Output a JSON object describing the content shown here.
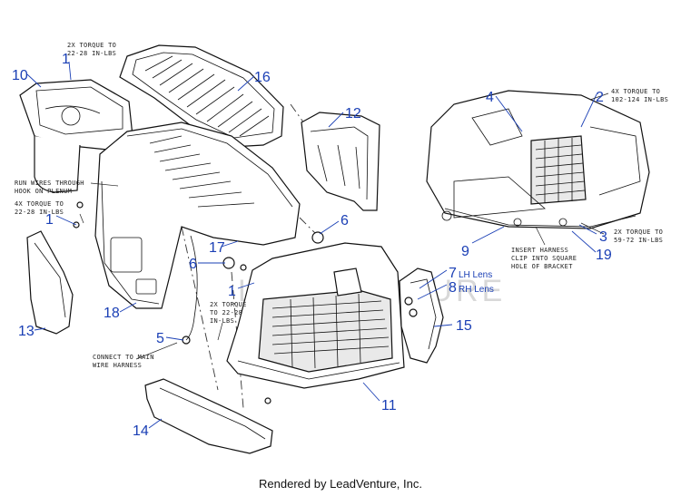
{
  "callouts": [
    {
      "id": "c1a",
      "text": "1"
    },
    {
      "id": "c1b",
      "text": "1"
    },
    {
      "id": "c1c",
      "text": "1"
    },
    {
      "id": "c2",
      "text": "2"
    },
    {
      "id": "c3",
      "text": "3"
    },
    {
      "id": "c4",
      "text": "4"
    },
    {
      "id": "c5",
      "text": "5"
    },
    {
      "id": "c6a",
      "text": "6"
    },
    {
      "id": "c6b",
      "text": "6"
    },
    {
      "id": "c7",
      "text": "7"
    },
    {
      "id": "c8",
      "text": "8"
    },
    {
      "id": "c9",
      "text": "9"
    },
    {
      "id": "c10",
      "text": "10"
    },
    {
      "id": "c11",
      "text": "11"
    },
    {
      "id": "c12",
      "text": "12"
    },
    {
      "id": "c13",
      "text": "13"
    },
    {
      "id": "c14",
      "text": "14"
    },
    {
      "id": "c15",
      "text": "15"
    },
    {
      "id": "c16",
      "text": "16"
    },
    {
      "id": "c17",
      "text": "17"
    },
    {
      "id": "c18",
      "text": "18"
    },
    {
      "id": "c19",
      "text": "19"
    }
  ],
  "lens_labels": {
    "lh": "LH Lens",
    "rh": "RH Lens"
  },
  "notes": {
    "torque_top": [
      "2X TORQUE TO",
      "22-28 IN-LBS"
    ],
    "run_wires": [
      "RUN WIRES THROUGH",
      "HOOK ON PLENUM"
    ],
    "torque_left": [
      "4X TORQUE TO",
      "22-28 IN-LBS"
    ],
    "torque_center": [
      "2X TORQUE",
      "TO 22-28",
      "IN-LBS"
    ],
    "connect_harness": [
      "CONNECT TO MAIN",
      "WIRE HARNESS"
    ],
    "torque_right_top": [
      "4X TORQUE TO",
      "102-124 IN-LBS"
    ],
    "torque_right_bottom": [
      "2X TORQUE TO",
      "59-72 IN-LBS"
    ],
    "insert_harness": [
      "INSERT HARNESS",
      "CLIP INTO SQUARE",
      "HOLE OF BRACKET"
    ]
  },
  "watermark": "LEADVENTURE",
  "footer": "Rendered by LeadVenture, Inc."
}
